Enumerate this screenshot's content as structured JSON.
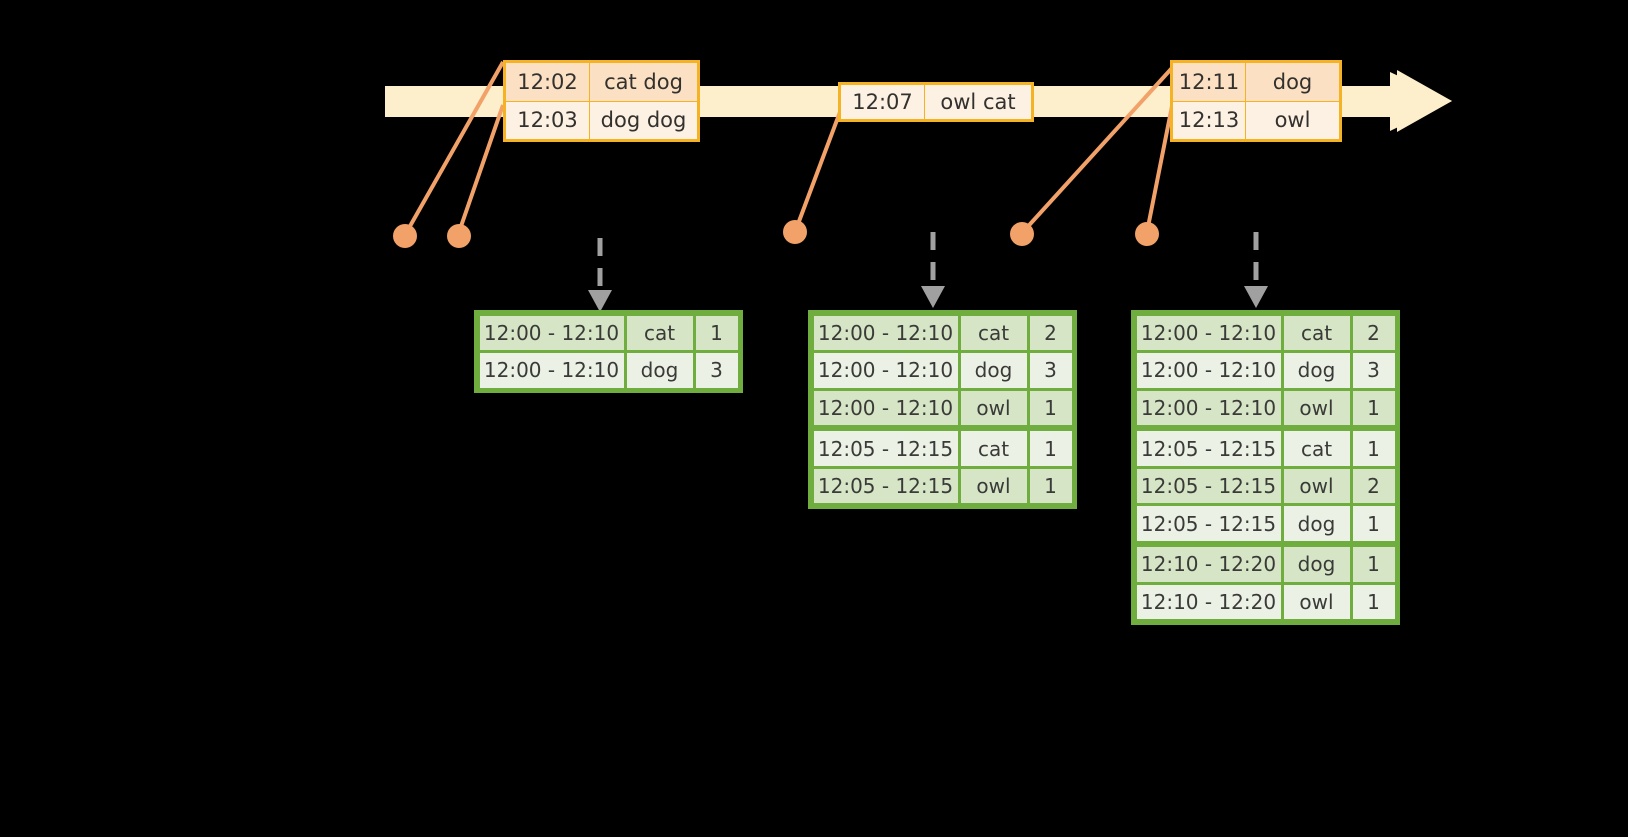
{
  "diagram": {
    "title": "sliding-window-aggregation-timeline",
    "colors": {
      "background": "#000000",
      "timeline_fill": "#FDEFCC",
      "event_border": "#F5B323",
      "event_fill_dark": "#FBE0C4",
      "event_fill_light": "#FDF1E4",
      "connector": "#F2A268",
      "dot": "#F2A268",
      "table_border": "#6FAE3E",
      "table_fill_dark": "#D6E5C5",
      "table_fill_light": "#EBF1E5",
      "dashed_arrow": "#A0A0A0"
    }
  },
  "timeline": {
    "arrow_direction": "right",
    "events": [
      {
        "group_name": "events-group-1",
        "rows": [
          {
            "time": "12:02",
            "value": "cat dog"
          },
          {
            "time": "12:03",
            "value": "dog dog"
          }
        ]
      },
      {
        "group_name": "events-group-2",
        "rows": [
          {
            "time": "12:07",
            "value": "owl cat"
          }
        ]
      },
      {
        "group_name": "events-group-3",
        "rows": [
          {
            "time": "12:11",
            "value": "dog"
          },
          {
            "time": "12:13",
            "value": "owl"
          }
        ]
      }
    ]
  },
  "markers": [
    {
      "name": "marker-12-02",
      "label": "12:02"
    },
    {
      "name": "marker-12-03",
      "label": "12:03"
    },
    {
      "name": "marker-12-07",
      "label": "12:07"
    },
    {
      "name": "marker-12-11",
      "label": "12:11"
    },
    {
      "name": "marker-12-13",
      "label": "12:13"
    }
  ],
  "result_tables": [
    {
      "name": "result-table-1",
      "rows": [
        {
          "window": "12:00 - 12:10",
          "key": "cat",
          "count": "1",
          "shade": "dark",
          "group_start": true
        },
        {
          "window": "12:00 - 12:10",
          "key": "dog",
          "count": "3",
          "shade": "light",
          "group_start": false
        }
      ]
    },
    {
      "name": "result-table-2",
      "rows": [
        {
          "window": "12:00 - 12:10",
          "key": "cat",
          "count": "2",
          "shade": "dark",
          "group_start": true
        },
        {
          "window": "12:00 - 12:10",
          "key": "dog",
          "count": "3",
          "shade": "light",
          "group_start": false
        },
        {
          "window": "12:00 - 12:10",
          "key": "owl",
          "count": "1",
          "shade": "dark",
          "group_start": false
        },
        {
          "window": "12:05 - 12:15",
          "key": "cat",
          "count": "1",
          "shade": "light",
          "group_start": true
        },
        {
          "window": "12:05 - 12:15",
          "key": "owl",
          "count": "1",
          "shade": "dark",
          "group_start": false
        }
      ]
    },
    {
      "name": "result-table-3",
      "rows": [
        {
          "window": "12:00 - 12:10",
          "key": "cat",
          "count": "2",
          "shade": "dark",
          "group_start": true
        },
        {
          "window": "12:00 - 12:10",
          "key": "dog",
          "count": "3",
          "shade": "light",
          "group_start": false
        },
        {
          "window": "12:00 - 12:10",
          "key": "owl",
          "count": "1",
          "shade": "dark",
          "group_start": false
        },
        {
          "window": "12:05 - 12:15",
          "key": "cat",
          "count": "1",
          "shade": "light",
          "group_start": true
        },
        {
          "window": "12:05 - 12:15",
          "key": "owl",
          "count": "2",
          "shade": "dark",
          "group_start": false
        },
        {
          "window": "12:05 - 12:15",
          "key": "dog",
          "count": "1",
          "shade": "light",
          "group_start": false
        },
        {
          "window": "12:10 - 12:20",
          "key": "dog",
          "count": "1",
          "shade": "dark",
          "group_start": true
        },
        {
          "window": "12:10 - 12:20",
          "key": "owl",
          "count": "1",
          "shade": "light",
          "group_start": false
        }
      ]
    }
  ]
}
